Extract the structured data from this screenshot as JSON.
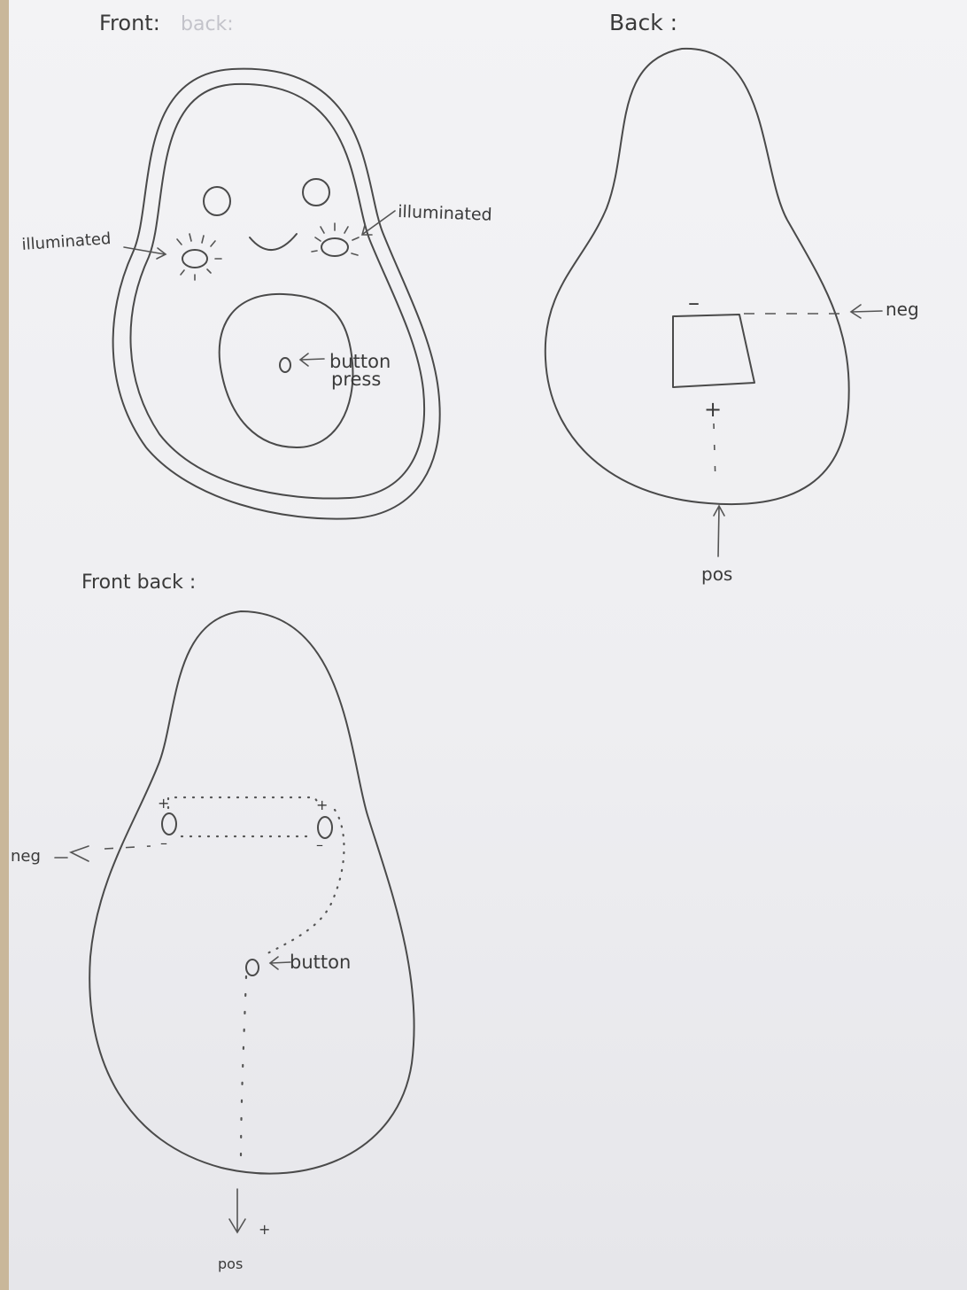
{
  "sketches": {
    "front": {
      "heading": "Front:",
      "erased": "back:",
      "left_led_label": "illuminated",
      "right_led_label": "illuminated",
      "button_label_line1": "button",
      "button_label_line2": "press"
    },
    "back": {
      "heading": "Back :",
      "neg_label": "neg",
      "minus_sign": "–",
      "plus_sign": "+",
      "pos_label": "pos"
    },
    "front_back": {
      "heading": "Front back :",
      "neg_label": "neg",
      "button_label": "button",
      "plus_left": "+",
      "plus_right": "+",
      "minus_left": "–",
      "minus_right": "–",
      "pos_plus": "+",
      "pos_label": "pos"
    }
  }
}
